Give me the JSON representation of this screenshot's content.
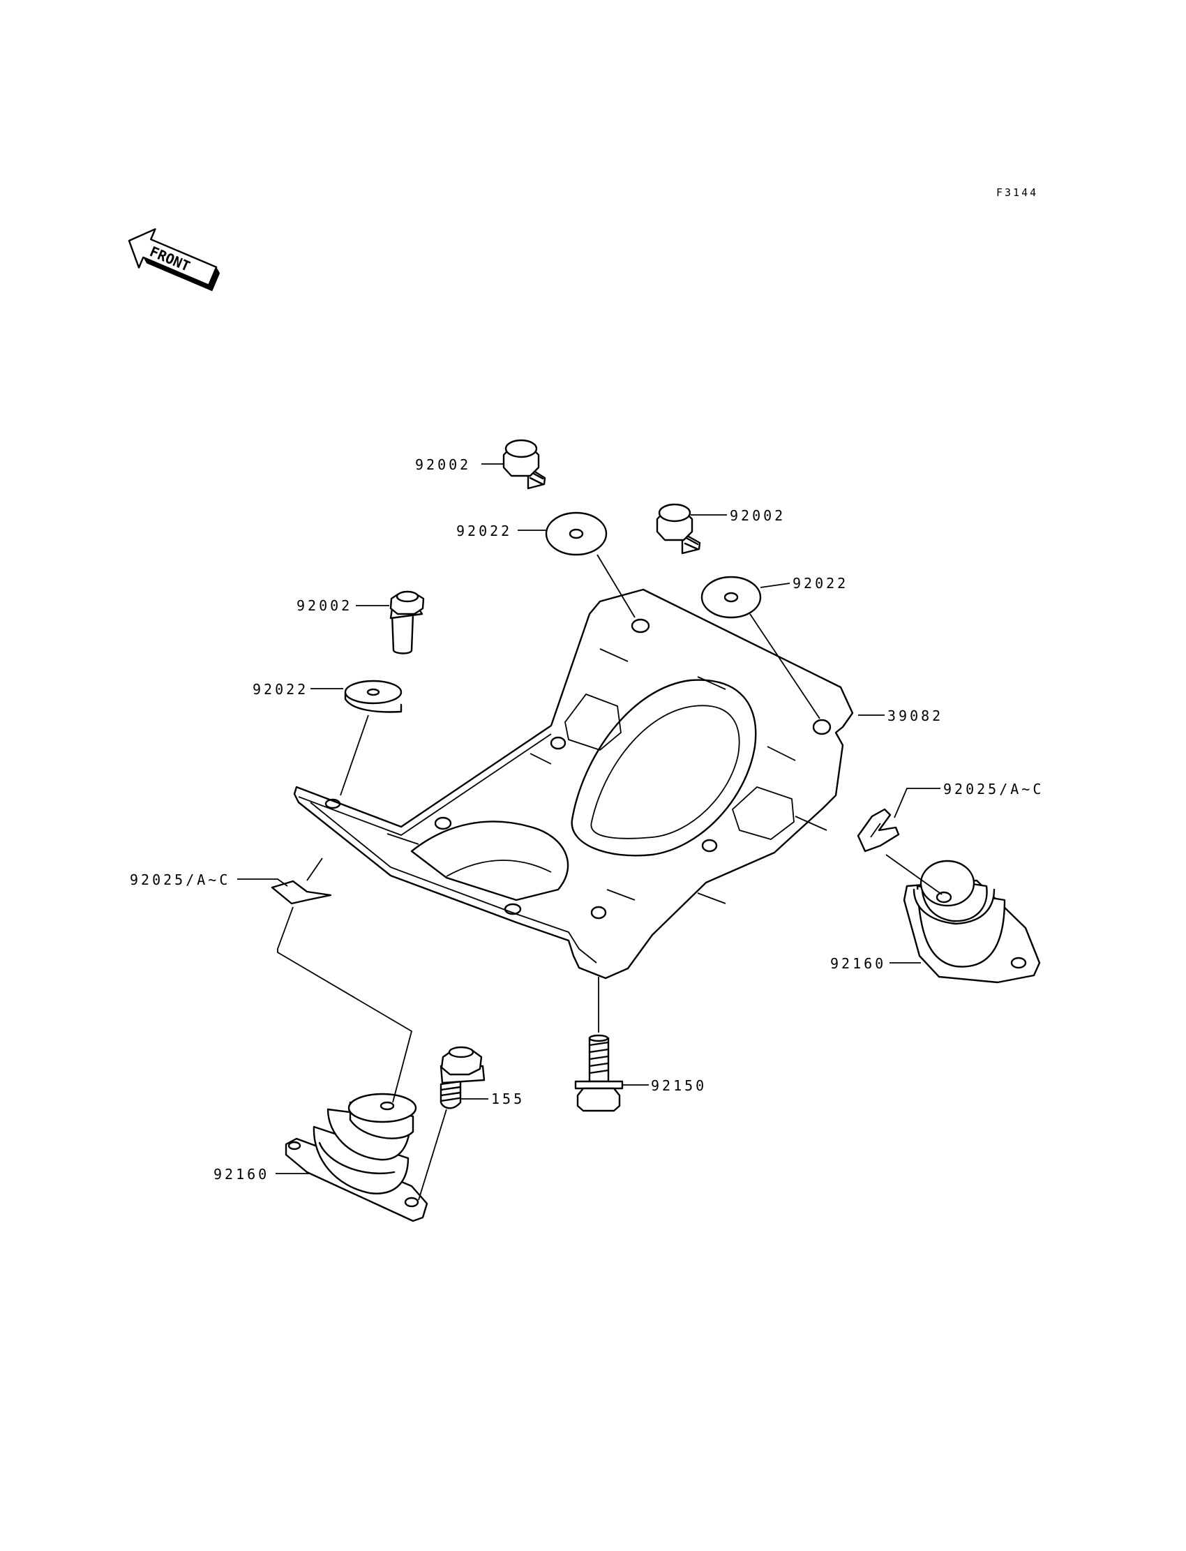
{
  "figure_id": "F3144",
  "front_label": "FRONT",
  "parts": {
    "bolt_top_left": "92002",
    "bolt_top_right": "92002",
    "bolt_left": "92002",
    "washer_top_left": "92022",
    "washer_top_right": "92022",
    "washer_left": "92022",
    "bracket": "39082",
    "clip_right": "92025/A~C",
    "clip_left": "92025/A~C",
    "mount_right": "92160",
    "mount_left": "92160",
    "bolt_bottom": "92150",
    "bolt_mount": "155"
  }
}
